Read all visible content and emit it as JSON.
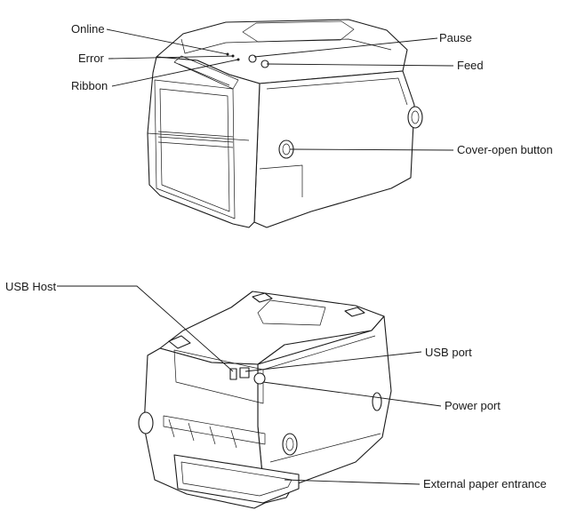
{
  "front_view": {
    "labels": {
      "online": "Online",
      "error": "Error",
      "ribbon": "Ribbon",
      "pause": "Pause",
      "feed": "Feed",
      "cover_open_button": "Cover-open button"
    }
  },
  "rear_view": {
    "labels": {
      "usb_host": "USB Host",
      "usb_port": "USB port",
      "power_port": "Power port",
      "external_paper_entrance": "External paper entrance"
    }
  },
  "style": {
    "line_color": "#1a1a1a",
    "background": "#ffffff"
  }
}
